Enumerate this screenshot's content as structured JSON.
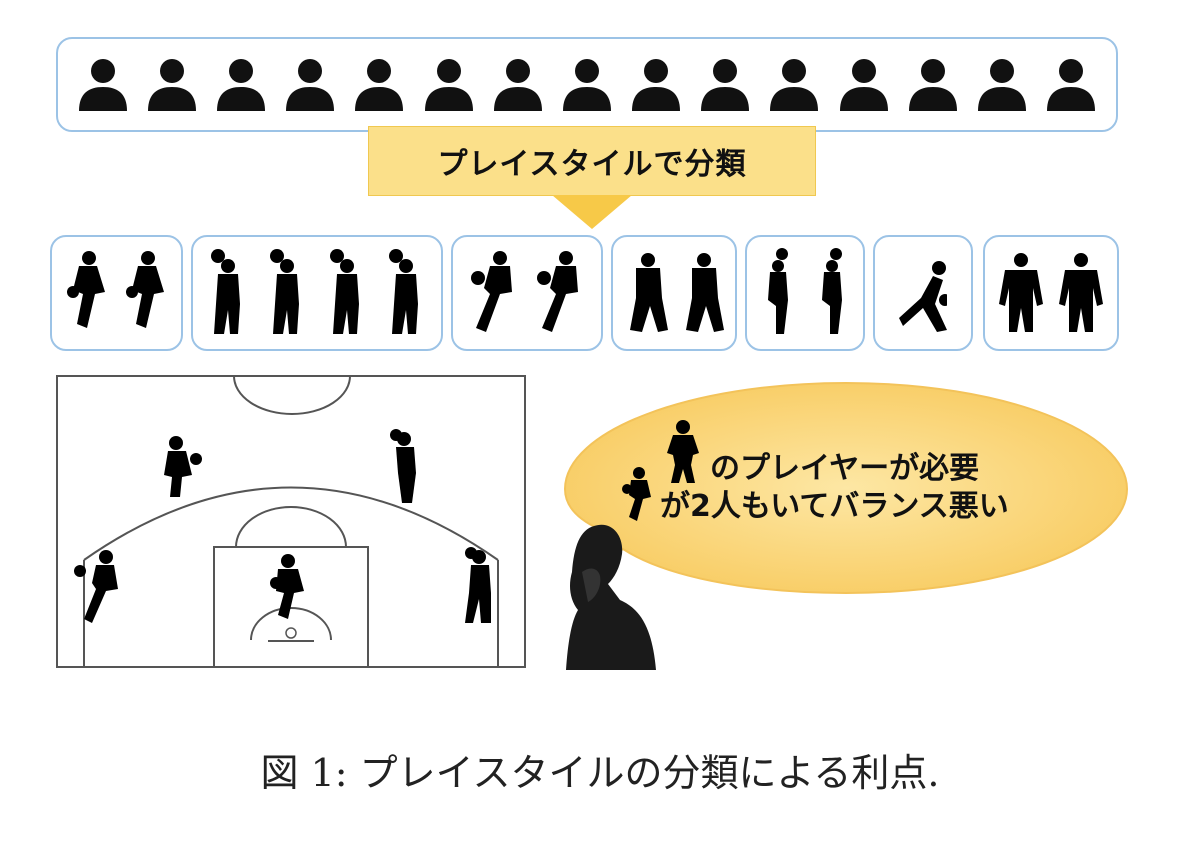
{
  "diagram": {
    "banner_text": "プレイスタイルで分類",
    "bubble_line1": "のプレイヤーが必要",
    "bubble_line2": "が2人もいてバランス悪い",
    "caption": "図 1: プレイスタイルの分類による利点.",
    "people_count": 15,
    "group_counts": [
      2,
      4,
      2,
      2,
      2,
      1,
      2
    ],
    "colors": {
      "box_border": "#9cc3e6",
      "banner_fill": "#fbe08a",
      "bubble_fill": "#fbd77a",
      "silhouette": "#000000"
    }
  }
}
